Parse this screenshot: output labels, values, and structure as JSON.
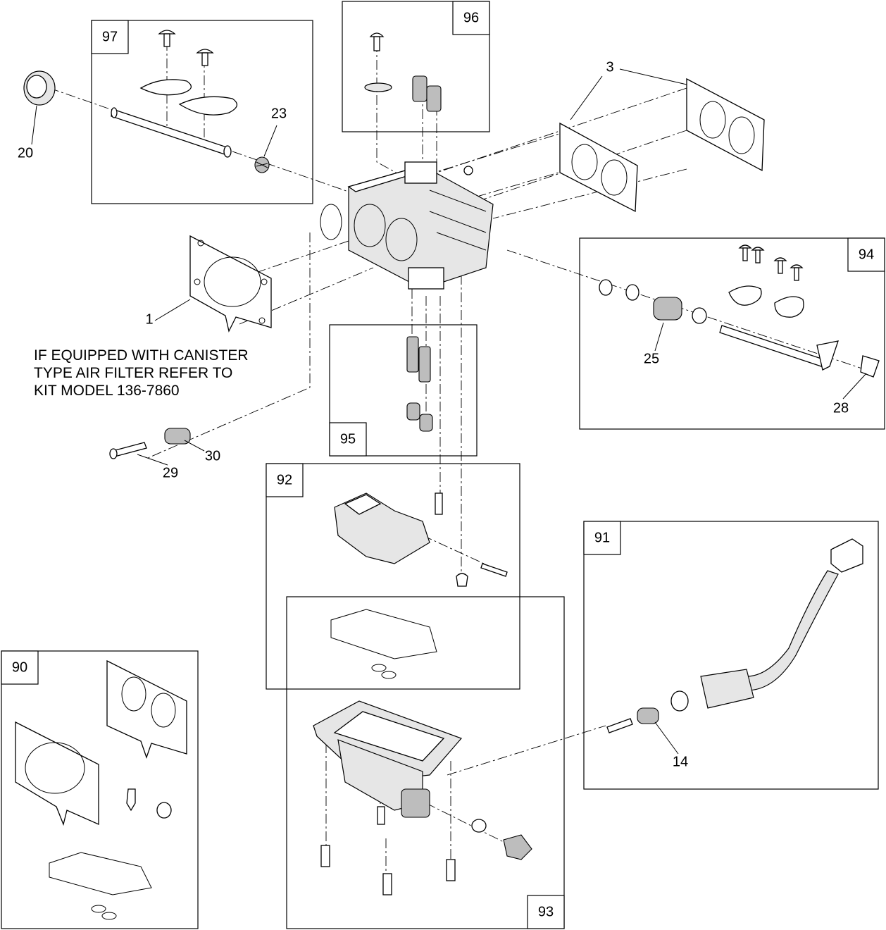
{
  "note": "IF EQUIPPED WITH CANISTER\nTYPE AIR FILTER REFER TO\nKIT MODEL 136-7860",
  "kits": [
    "97",
    "96",
    "94",
    "95",
    "92",
    "91",
    "90",
    "93"
  ],
  "callouts": [
    "3",
    "20",
    "23",
    "1",
    "25",
    "28",
    "29",
    "30",
    "14"
  ]
}
